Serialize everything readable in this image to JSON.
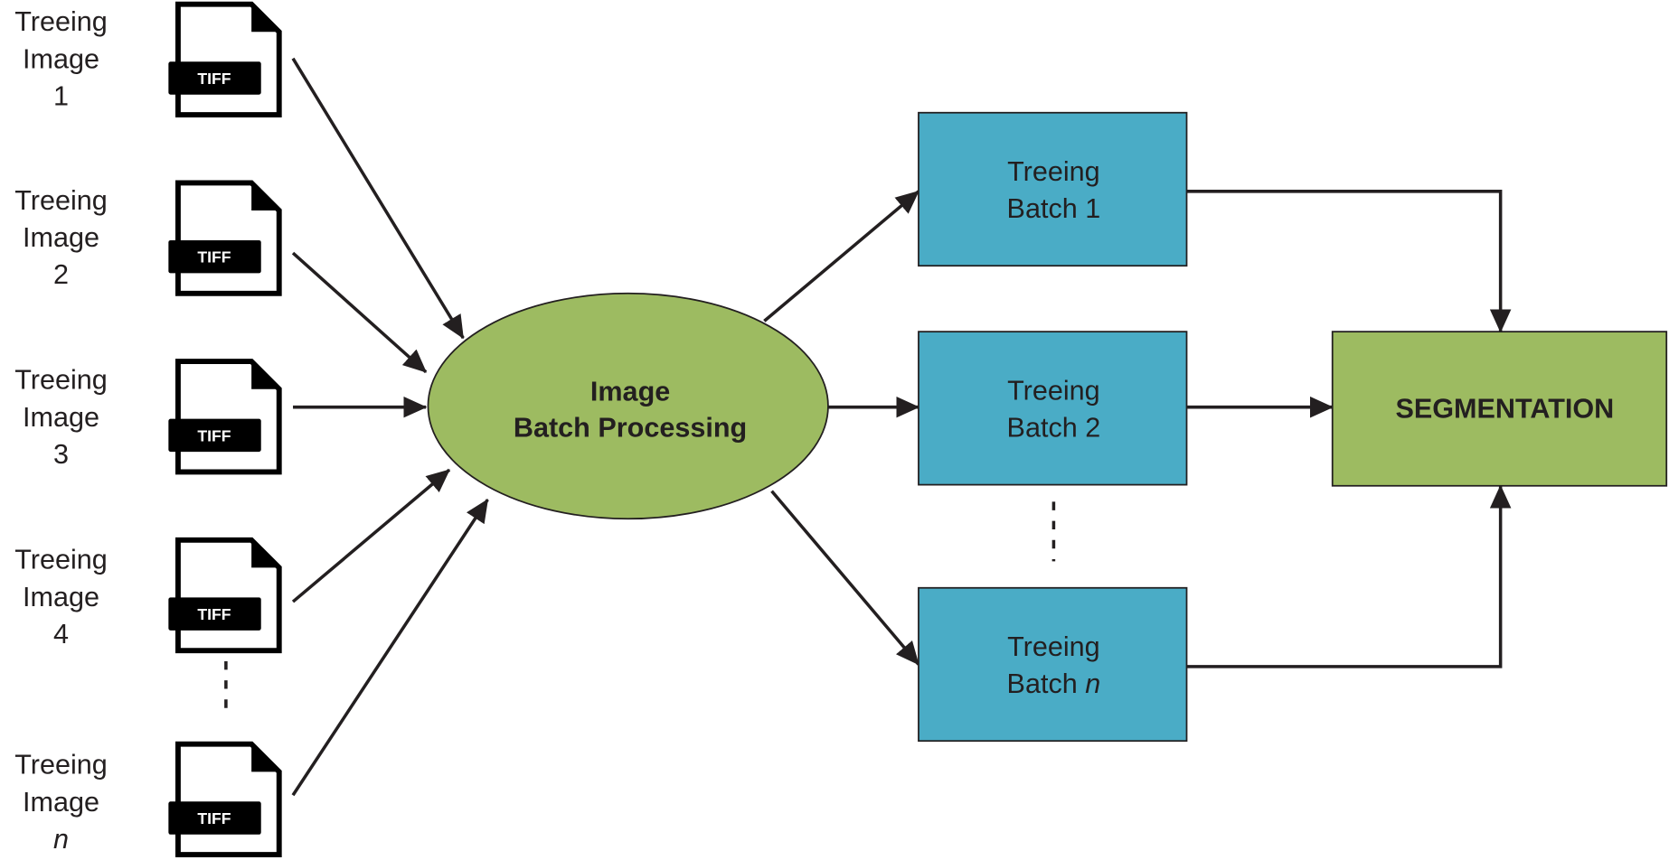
{
  "inputs": [
    {
      "line1": "Treeing",
      "line2": "Image",
      "line3": "1",
      "file_badge": "TIFF",
      "icon": "tiff-file-icon"
    },
    {
      "line1": "Treeing",
      "line2": "Image",
      "line3": "2",
      "file_badge": "TIFF",
      "icon": "tiff-file-icon"
    },
    {
      "line1": "Treeing",
      "line2": "Image",
      "line3": "3",
      "file_badge": "TIFF",
      "icon": "tiff-file-icon"
    },
    {
      "line1": "Treeing",
      "line2": "Image",
      "line3": "4",
      "file_badge": "TIFF",
      "icon": "tiff-file-icon"
    },
    {
      "line1": "Treeing",
      "line2": "Image",
      "line3": "n",
      "file_badge": "TIFF",
      "icon": "tiff-file-icon"
    }
  ],
  "processor": {
    "line1": "Image",
    "line2": "Batch Processing",
    "color": "#9dbb61"
  },
  "batches": [
    {
      "line1": "Treeing",
      "line2": "Batch 1"
    },
    {
      "line1": "Treeing",
      "line2": "Batch 2"
    },
    {
      "line1": "Treeing",
      "line2": "Batch",
      "suffix": "n"
    }
  ],
  "batch_color": "#4aacc6",
  "output": {
    "label": "SEGMENTATION",
    "color": "#9dbb61"
  }
}
